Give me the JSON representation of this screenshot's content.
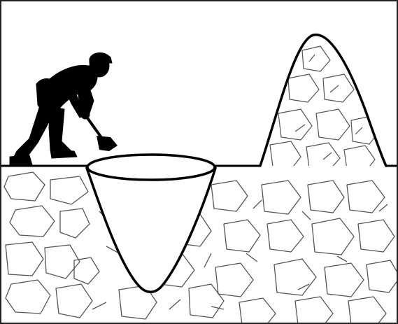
{
  "figure": {
    "colors": {
      "ink": "#000000",
      "rock_outline": "#555555",
      "background": "#ffffff"
    },
    "elements": {
      "worker": "digging-worker-silhouette",
      "tool": "shovel-icon",
      "pit": "excavated-pit",
      "pile": "excavated-soil-pile"
    }
  }
}
